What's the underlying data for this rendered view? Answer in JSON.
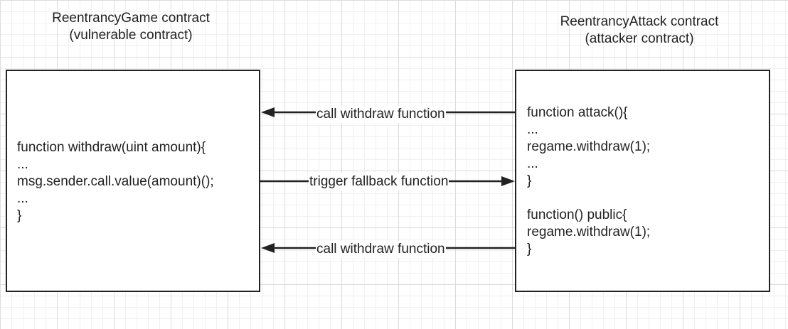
{
  "left_contract": {
    "title_line1": "ReentrancyGame contract",
    "title_line2": "(vulnerable contract)",
    "code": [
      "function withdraw(uint amount){",
      "...",
      "msg.sender.call.value(amount)();",
      "...",
      "}"
    ]
  },
  "right_contract": {
    "title_line1": "ReentrancyAttack contract",
    "title_line2": "(attacker contract)",
    "code_block1": [
      "function attack(){",
      "...",
      "regame.withdraw(1);",
      "...",
      "}"
    ],
    "code_block2": [
      "function() public{",
      "regame.withdraw(1);",
      "}"
    ]
  },
  "arrows": [
    {
      "label": "call withdraw function",
      "direction": "right-to-left"
    },
    {
      "label": "trigger fallback function",
      "direction": "left-to-right"
    },
    {
      "label": "call withdraw function",
      "direction": "right-to-left"
    }
  ],
  "colors": {
    "stroke": "#222222",
    "background": "#ffffff",
    "grid": "#dcdcdc"
  }
}
